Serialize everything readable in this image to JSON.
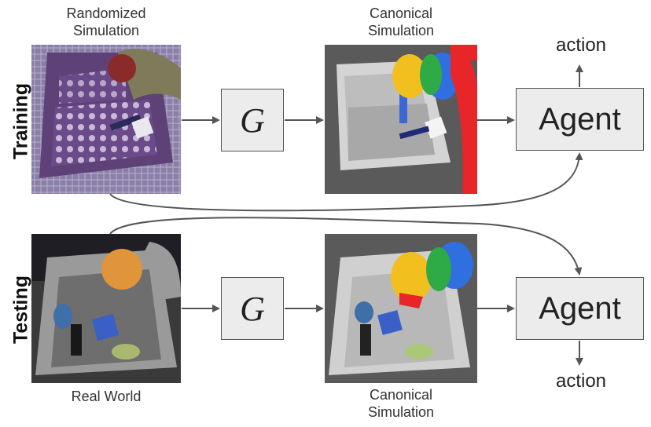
{
  "labels": {
    "randomized": [
      "Randomized",
      "Simulation"
    ],
    "canonical_top": [
      "Canonical",
      "Simulation"
    ],
    "canonical_bottom": [
      "Canonical",
      "Simulation"
    ],
    "real_world": "Real World",
    "training": "Training",
    "testing": "Testing"
  },
  "nodes": {
    "g_top": "G",
    "g_bottom": "G",
    "agent_top": "Agent",
    "agent_bottom": "Agent"
  },
  "outputs": {
    "action_top": "action",
    "action_bottom": "action"
  },
  "colors": {
    "box_fill": "#ececec",
    "box_stroke": "#555555",
    "arrow": "#555555"
  }
}
